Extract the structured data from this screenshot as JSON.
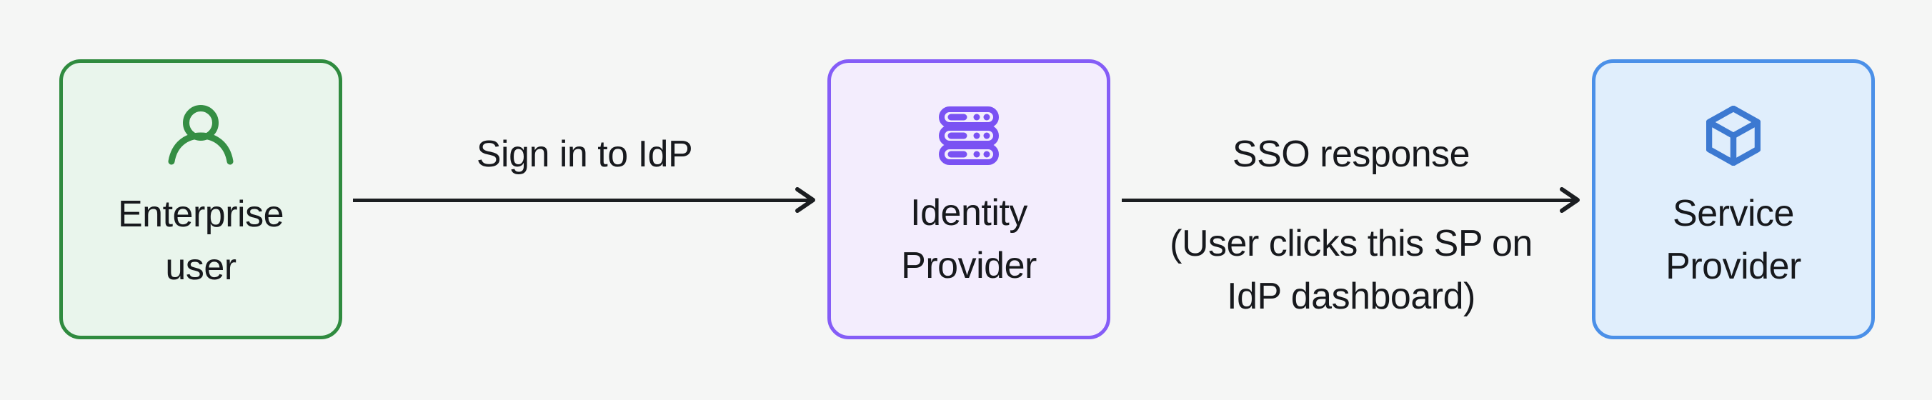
{
  "page": {
    "background": "#f5f6f5",
    "description": "SSO flow diagram: Enterprise user signs in to Identity Provider, which sends SSO response to Service Provider"
  },
  "styles": {
    "arrow_color": "#1b1e21",
    "text_color": "#17191d"
  },
  "nodes": [
    {
      "label": "Enterprise user",
      "icon": "user-icon",
      "colors": {
        "background": "#e9f5ec",
        "border": "#2f8b3f",
        "icon": "#358e44"
      }
    },
    {
      "label": "Identity Provider",
      "icon": "server-icon",
      "colors": {
        "background": "#f3edfd",
        "border": "#855df7",
        "icon": "#7a52f3"
      }
    },
    {
      "label": "Service Provider",
      "icon": "cube-icon",
      "colors": {
        "background": "#e0eefc",
        "border": "#4b90e8",
        "icon": "#3c79d1"
      }
    }
  ],
  "edges": [
    {
      "from": "Enterprise user",
      "to": "Identity Provider",
      "label": "Sign in to IdP",
      "sublabel": ""
    },
    {
      "from": "Identity Provider",
      "to": "Service Provider",
      "label": "SSO response",
      "sublabel": "(User clicks this SP on IdP dashboard)"
    }
  ]
}
